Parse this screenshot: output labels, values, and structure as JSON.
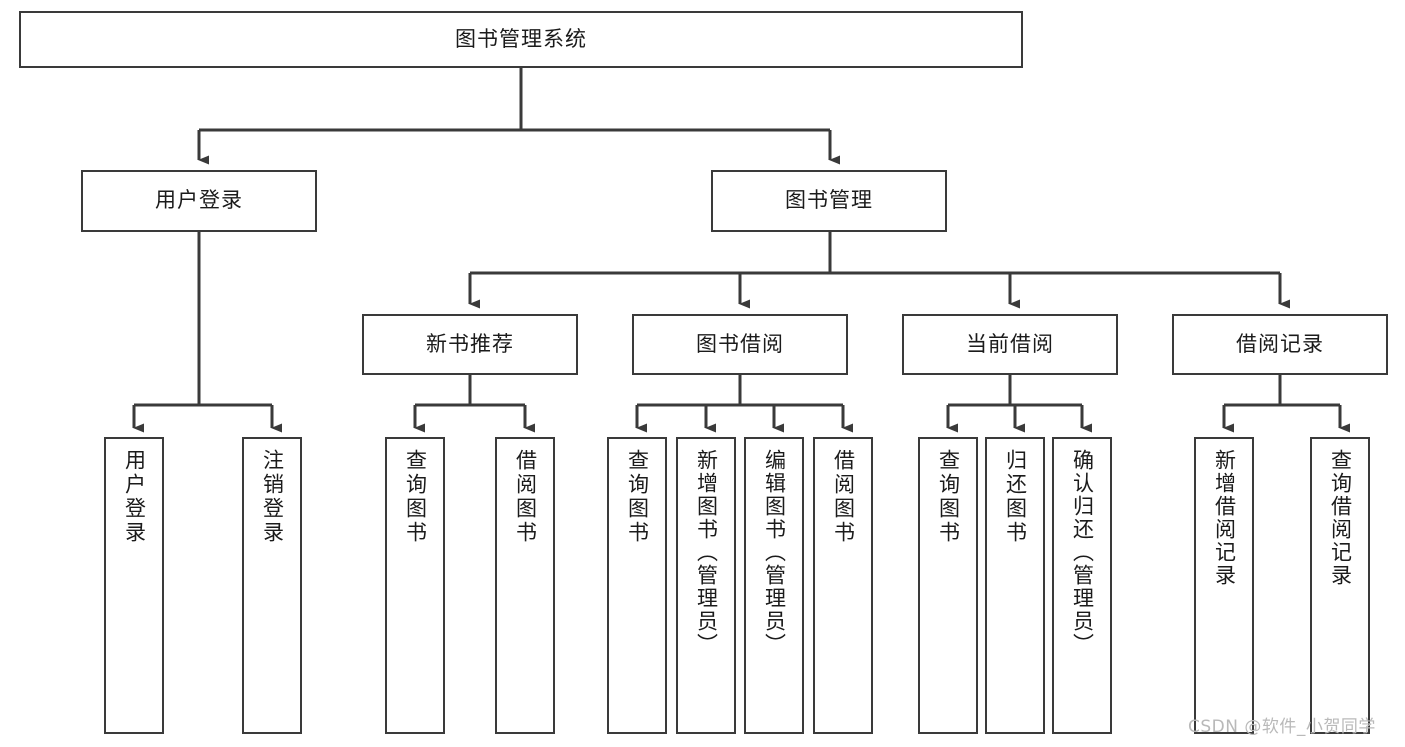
{
  "diagram": {
    "title": "图书管理系统",
    "type": "hierarchy-tree",
    "accent_color": "#3a3a3a",
    "background_color": "#ffffff",
    "text_color": "#1b1b1b",
    "root": {
      "label": "图书管理系统"
    },
    "level1": [
      {
        "label": "用户登录"
      },
      {
        "label": "图书管理"
      }
    ],
    "level2": [
      {
        "label": "新书推荐"
      },
      {
        "label": "图书借阅"
      },
      {
        "label": "当前借阅"
      },
      {
        "label": "借阅记录"
      }
    ],
    "leaves": {
      "user_login": [
        {
          "label": "用户登录"
        },
        {
          "label": "注销登录"
        }
      ],
      "new_book_recommend": [
        {
          "label": "查询图书"
        },
        {
          "label": "借阅图书"
        }
      ],
      "book_borrow": [
        {
          "label": "查询图书"
        },
        {
          "label": "新增图书（管理员）"
        },
        {
          "label": "编辑图书（管理员）"
        },
        {
          "label": "借阅图书"
        }
      ],
      "current_borrow": [
        {
          "label": "查询图书"
        },
        {
          "label": "归还图书"
        },
        {
          "label": "确认归还（管理员）"
        }
      ],
      "borrow_record": [
        {
          "label": "新增借阅记录"
        },
        {
          "label": "查询借阅记录"
        }
      ]
    }
  },
  "watermark": {
    "text": "CSDN @软件_小贺同学"
  }
}
